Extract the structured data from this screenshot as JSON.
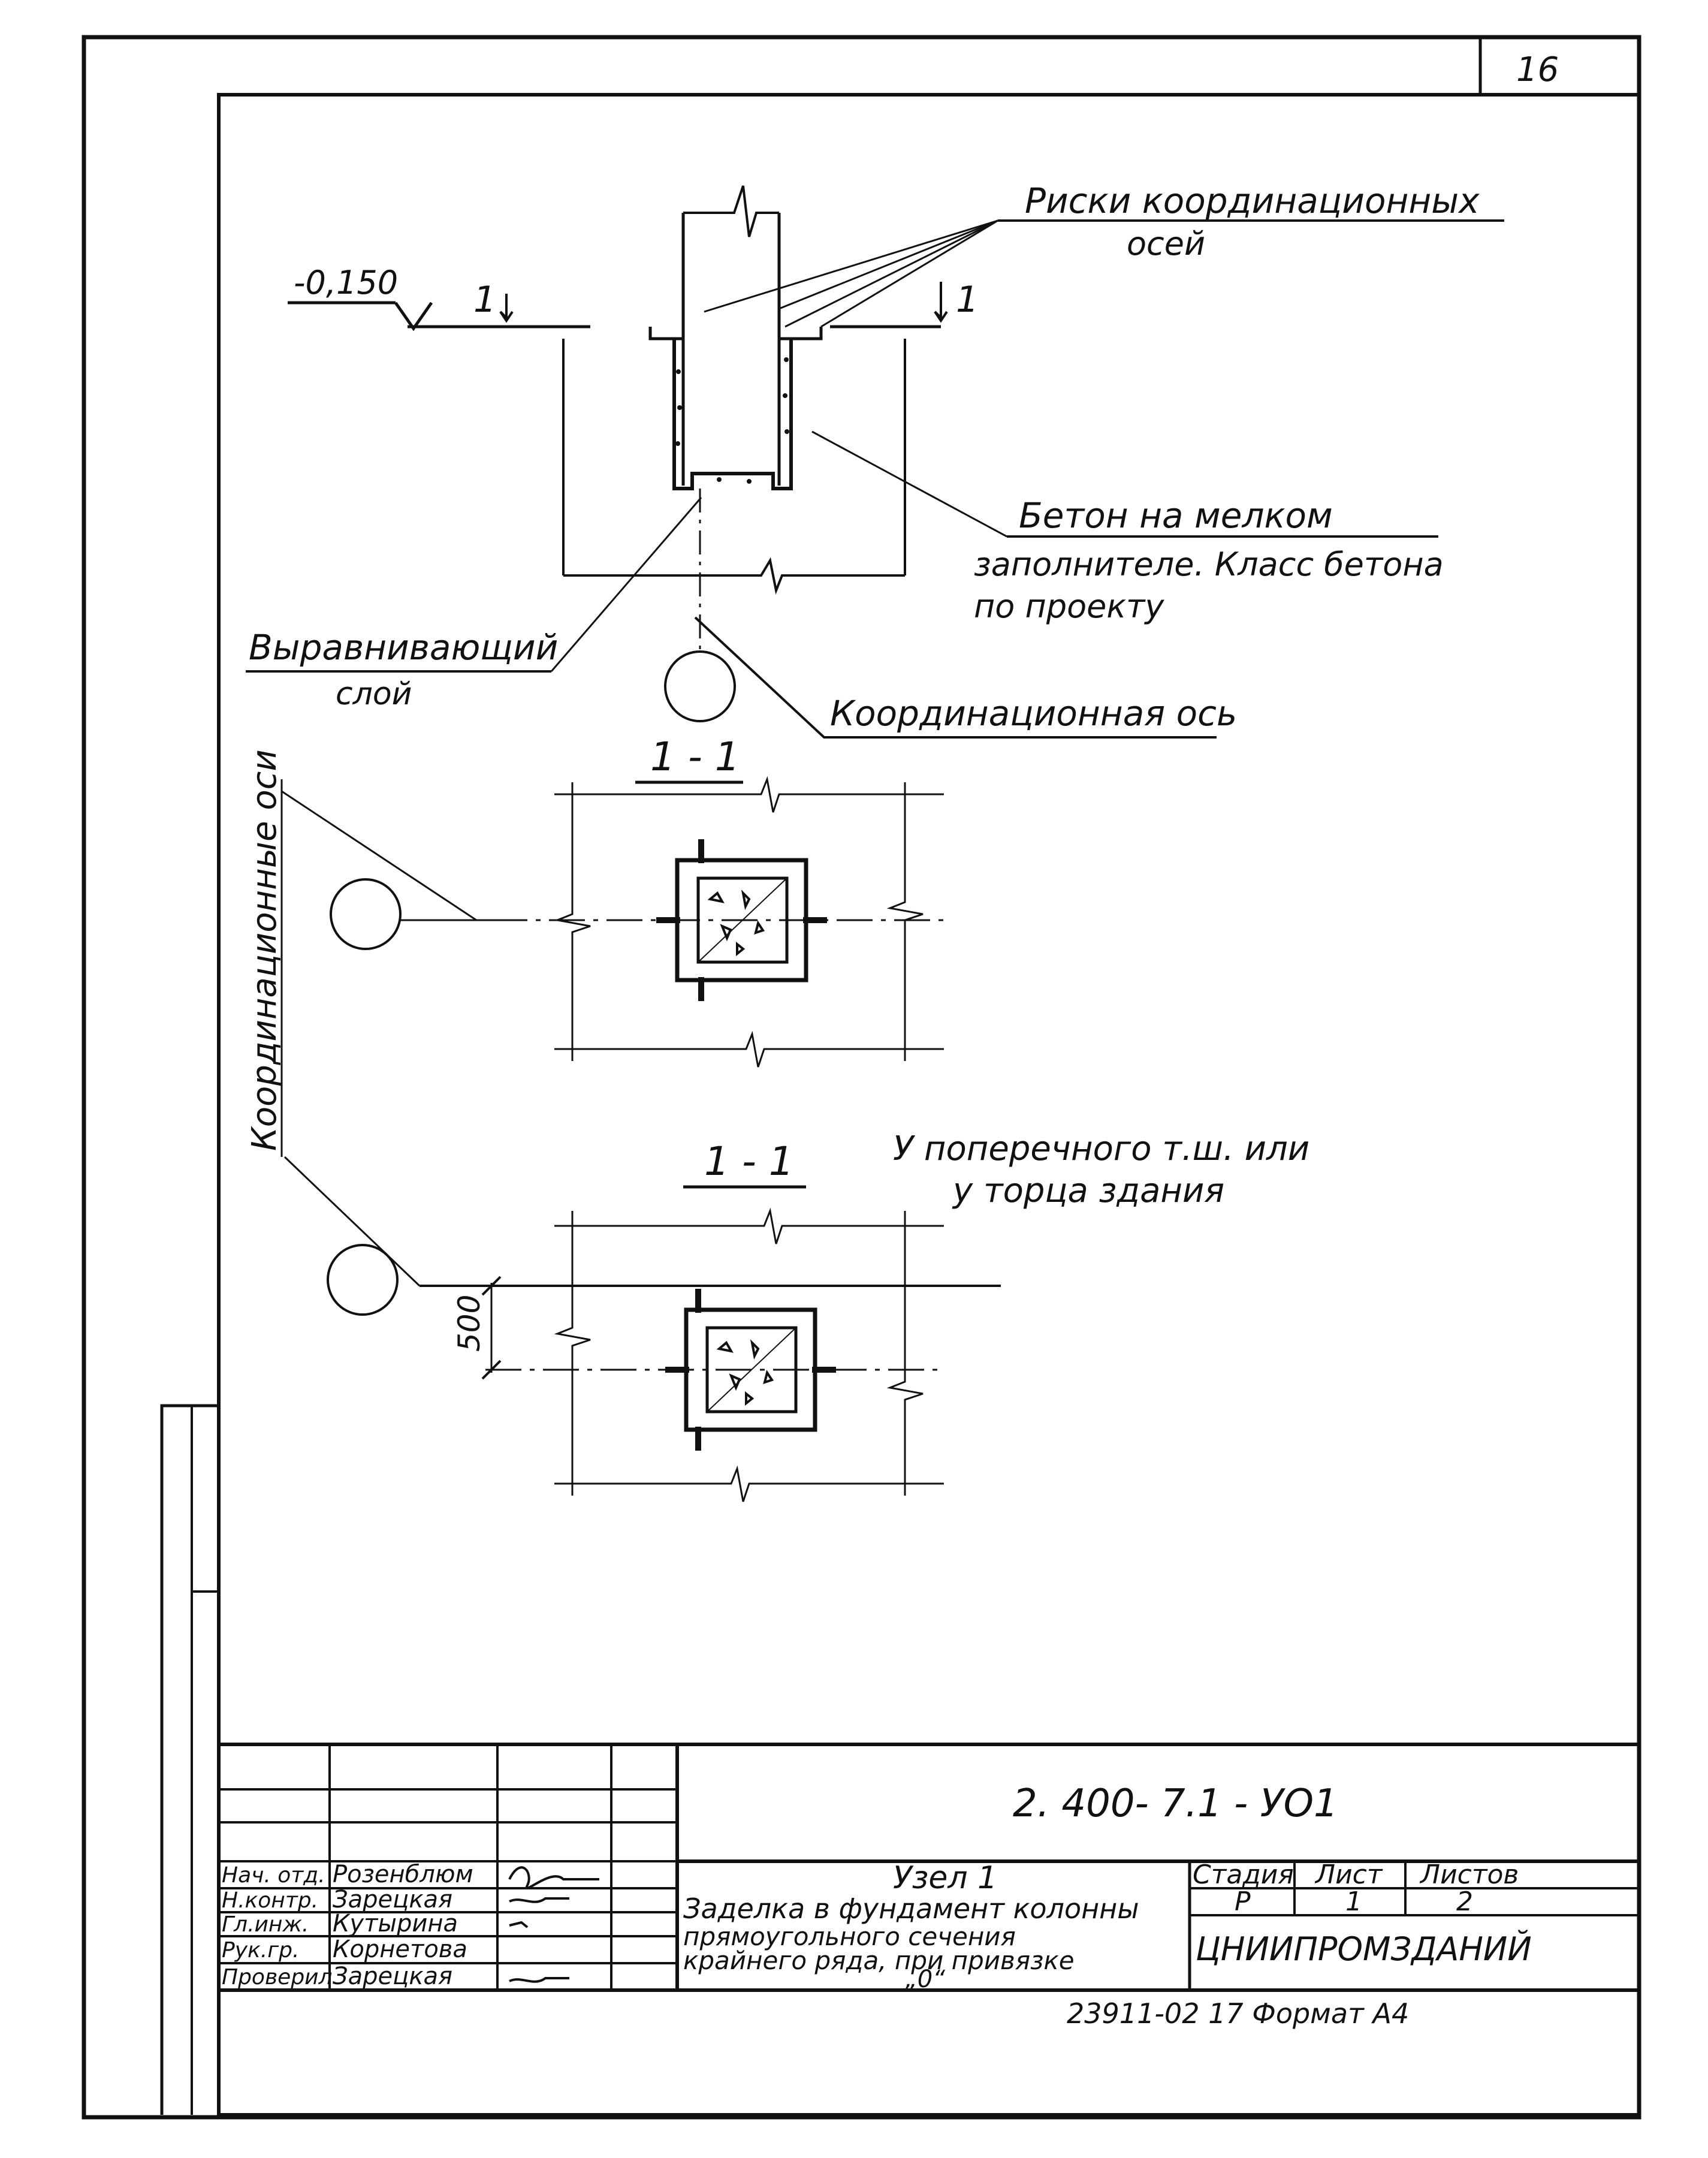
{
  "sheet_number": "16",
  "labels": {
    "elevation": "-0,150",
    "section_mark_left": "1",
    "section_mark_right": "1",
    "risks_line1": "Риски координационных",
    "risks_line2": "осей",
    "concrete_line1": "Бетон на мелком",
    "concrete_line2": "заполнителе. Класс бетона",
    "concrete_line3": "по проекту",
    "leveling_line1": "Выравнивающий",
    "leveling_line2": "слой",
    "coord_axis": "Координационная ось",
    "coord_axes_vertical": "Координационные оси",
    "section_title_1": "1 - 1",
    "section_title_2": "1 - 1",
    "transverse_note_line1": "У поперечного т.ш. или",
    "transverse_note_line2": "у торца здания",
    "dimension_500": "500"
  },
  "title_block": {
    "doc_code": "2. 400- 7.1 - УО1",
    "node_line1": "Узел 1",
    "node_line2": "Заделка в фундамент колонны",
    "node_line3": "прямоугольного сечения",
    "node_line4": "крайнего ряда, при привязке",
    "node_line5": "„0“",
    "col_stage": "Стадия",
    "col_sheet": "Лист",
    "col_sheets": "Листов",
    "stage_value": "Р",
    "sheet_value": "1",
    "sheets_value": "2",
    "organization": "ЦНИИПРОМЗДАНИЙ",
    "footer": "23911-02 17 Формат А4",
    "signatures": [
      {
        "role": "Нач. отд.",
        "name": "Розенблюм"
      },
      {
        "role": "Н.контр.",
        "name": "Зарецкая"
      },
      {
        "role": "Гл.инж.",
        "name": "Кутырина"
      },
      {
        "role": "Рук.гр.",
        "name": "Корнетова"
      },
      {
        "role": "Проверил",
        "name": "Зарецкая"
      }
    ]
  }
}
